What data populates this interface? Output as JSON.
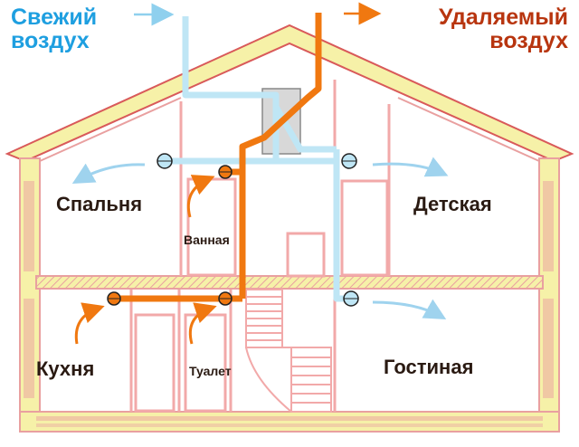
{
  "legend": {
    "fresh_air": {
      "line1": "Свежий",
      "line2": "воздух",
      "color": "#1e9fe0"
    },
    "exhaust_air": {
      "line1": "Удаляемый",
      "line2": "воздух",
      "color": "#b8350f"
    }
  },
  "rooms": {
    "bedroom": "Спальня",
    "bathroom": "Ванная",
    "kids_room": "Детская",
    "kitchen": "Кухня",
    "toilet": "Туалет",
    "living_room": "Гостиная"
  },
  "colors": {
    "supply_duct": "#bfe6f5",
    "exhaust_duct": "#f07810",
    "wall": "#f2a9a9",
    "insulation": "#f6f1a8",
    "roof": "#d95a5a",
    "unit": "#d8d8d8"
  }
}
